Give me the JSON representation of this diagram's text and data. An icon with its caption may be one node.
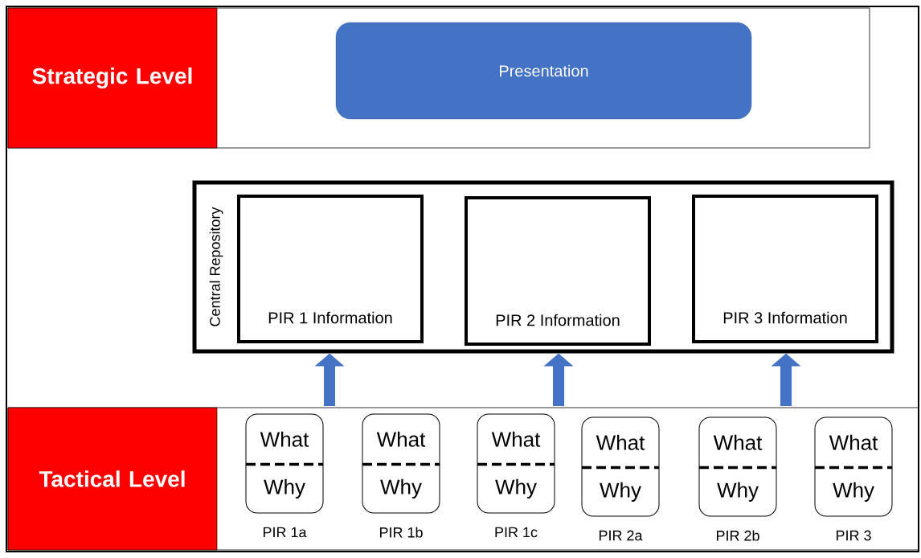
{
  "diagram": {
    "nodes": [
      {
        "text": [
          "Strategic Level"
        ]
      },
      {
        "text": [
          "Presentation"
        ]
      },
      {
        "text": [
          "Central Repository"
        ]
      },
      {
        "text": [
          "PIR 1 Information"
        ],
        "in": 2
      },
      {
        "text": [
          "PIR 2 Information"
        ],
        "in": 2
      },
      {
        "text": [
          "PIR 3 Information"
        ],
        "in": 2
      },
      {
        "text": [
          "Tactical Level"
        ]
      },
      {
        "text": [
          "What",
          "Why"
        ],
        "beside": [
          "PIR 1a"
        ]
      },
      {
        "text": [
          "What",
          "Why"
        ],
        "beside": [
          "PIR 1b"
        ]
      },
      {
        "text": [
          "What",
          "Why"
        ],
        "beside": [
          "PIR 1c"
        ]
      },
      {
        "text": [
          "What",
          "Why"
        ],
        "beside": [
          "PIR 2a"
        ]
      },
      {
        "text": [
          "What",
          "Why"
        ],
        "beside": [
          "PIR 2b"
        ]
      },
      {
        "text": [
          "What",
          "Why"
        ],
        "beside": [
          "PIR 3"
        ]
      }
    ],
    "edges": [
      {
        "from": null,
        "to": 2,
        "arrow": "to"
      },
      {
        "from": null,
        "to": 2,
        "arrow": "to"
      },
      {
        "from": null,
        "to": 2,
        "arrow": "to"
      }
    ]
  }
}
